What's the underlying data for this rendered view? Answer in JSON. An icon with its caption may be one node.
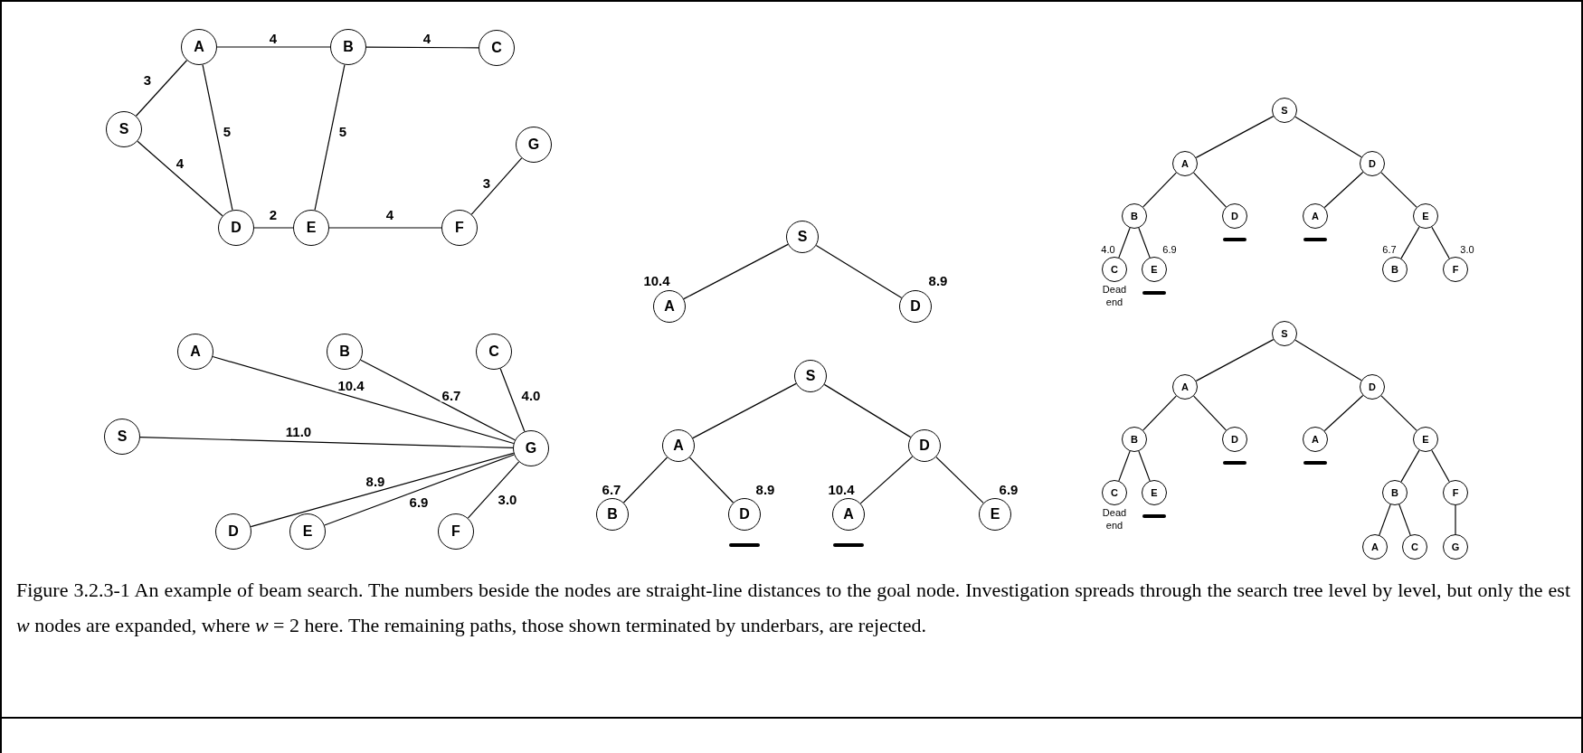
{
  "diagram": {
    "caption": "Figure 3.2.3-1 An example of beam search. The numbers beside the nodes are straight-line distances to the goal node. Investigation spreads through the search tree level by level, but only the  est *w* nodes are expanded, where *w* = 2 here. The remaining paths, those shown terminated by underbars, are rejected.",
    "nodes": [
      {
        "text": [
          "A"
        ]
      },
      {
        "text": [
          "B"
        ]
      },
      {
        "text": [
          "C"
        ]
      },
      {
        "text": [
          "S"
        ]
      },
      {
        "text": [
          "G"
        ]
      },
      {
        "text": [
          "D"
        ]
      },
      {
        "text": [
          "E"
        ]
      },
      {
        "text": [
          "F"
        ]
      },
      {
        "text": [
          "A"
        ]
      },
      {
        "text": [
          "B"
        ]
      },
      {
        "text": [
          "C"
        ]
      },
      {
        "text": [
          "S"
        ]
      },
      {
        "text": [
          "G"
        ]
      },
      {
        "text": [
          "D"
        ]
      },
      {
        "text": [
          "E"
        ]
      },
      {
        "text": [
          "F"
        ]
      },
      {
        "text": [
          "S"
        ]
      },
      {
        "text": [
          "A"
        ],
        "beside": [
          "10.4"
        ]
      },
      {
        "text": [
          "D"
        ],
        "beside": [
          "8.9"
        ]
      },
      {
        "text": [
          "S"
        ]
      },
      {
        "text": [
          "A"
        ]
      },
      {
        "text": [
          "D"
        ]
      },
      {
        "text": [
          "B"
        ],
        "beside": [
          "6.7"
        ]
      },
      {
        "text": [
          "D"
        ],
        "beside": [
          "8.9"
        ]
      },
      {
        "text": [
          "A"
        ],
        "beside": [
          "10.4"
        ]
      },
      {
        "text": [
          "E"
        ],
        "beside": [
          "6.9"
        ]
      },
      {
        "text": [
          "S"
        ]
      },
      {
        "text": [
          "A"
        ]
      },
      {
        "text": [
          "D"
        ]
      },
      {
        "text": [
          "B"
        ]
      },
      {
        "text": [
          "D"
        ]
      },
      {
        "text": [
          "A"
        ]
      },
      {
        "text": [
          "E"
        ]
      },
      {
        "text": [
          "C"
        ],
        "beside": [
          "4.0",
          "Dead end"
        ]
      },
      {
        "text": [
          "E"
        ],
        "beside": [
          "6.9"
        ]
      },
      {
        "text": [
          "B"
        ],
        "beside": [
          "6.7"
        ]
      },
      {
        "text": [
          "F"
        ],
        "beside": [
          "3.0"
        ]
      },
      {
        "text": [
          "S"
        ]
      },
      {
        "text": [
          "A"
        ]
      },
      {
        "text": [
          "D"
        ]
      },
      {
        "text": [
          "B"
        ]
      },
      {
        "text": [
          "D"
        ]
      },
      {
        "text": [
          "A"
        ]
      },
      {
        "text": [
          "E"
        ]
      },
      {
        "text": [
          "C"
        ],
        "beside": [
          "Dead end"
        ]
      },
      {
        "text": [
          "E"
        ]
      },
      {
        "text": [
          "B"
        ]
      },
      {
        "text": [
          "F"
        ]
      },
      {
        "text": [
          "A"
        ]
      },
      {
        "text": [
          "C"
        ]
      },
      {
        "text": [
          "G"
        ]
      }
    ],
    "edges": [
      {
        "from": 3,
        "to": 0,
        "arrow": "none",
        "label": "3"
      },
      {
        "from": 0,
        "to": 1,
        "arrow": "none",
        "label": "4"
      },
      {
        "from": 1,
        "to": 2,
        "arrow": "none",
        "label": "4"
      },
      {
        "from": 0,
        "to": 5,
        "arrow": "none",
        "label": "5"
      },
      {
        "from": 1,
        "to": 6,
        "arrow": "none",
        "label": "5"
      },
      {
        "from": 3,
        "to": 5,
        "arrow": "none",
        "label": "4"
      },
      {
        "from": 5,
        "to": 6,
        "arrow": "none",
        "label": "2"
      },
      {
        "from": 6,
        "to": 7,
        "arrow": "none",
        "label": "4"
      },
      {
        "from": 7,
        "to": 4,
        "arrow": "none",
        "label": "3"
      },
      {
        "from": 8,
        "to": 12,
        "arrow": "none",
        "label": "10.4"
      },
      {
        "from": 9,
        "to": 12,
        "arrow": "none",
        "label": "6.7"
      },
      {
        "from": 10,
        "to": 12,
        "arrow": "none",
        "label": "4.0"
      },
      {
        "from": 11,
        "to": 12,
        "arrow": "none",
        "label": "11.0"
      },
      {
        "from": 13,
        "to": 12,
        "arrow": "none",
        "label": "8.9"
      },
      {
        "from": 14,
        "to": 12,
        "arrow": "none",
        "label": "6.9"
      },
      {
        "from": 15,
        "to": 12,
        "arrow": "none",
        "label": "3.0"
      },
      {
        "from": 16,
        "to": 17,
        "arrow": "none"
      },
      {
        "from": 16,
        "to": 18,
        "arrow": "none"
      },
      {
        "from": 19,
        "to": 20,
        "arrow": "none"
      },
      {
        "from": 19,
        "to": 21,
        "arrow": "none"
      },
      {
        "from": 20,
        "to": 22,
        "arrow": "none"
      },
      {
        "from": 20,
        "to": 23,
        "arrow": "none"
      },
      {
        "from": 21,
        "to": 24,
        "arrow": "none"
      },
      {
        "from": 21,
        "to": 25,
        "arrow": "none"
      },
      {
        "from": 26,
        "to": 27,
        "arrow": "none"
      },
      {
        "from": 26,
        "to": 28,
        "arrow": "none"
      },
      {
        "from": 27,
        "to": 29,
        "arrow": "none"
      },
      {
        "from": 27,
        "to": 30,
        "arrow": "none"
      },
      {
        "from": 28,
        "to": 31,
        "arrow": "none"
      },
      {
        "from": 28,
        "to": 32,
        "arrow": "none"
      },
      {
        "from": 29,
        "to": 33,
        "arrow": "none"
      },
      {
        "from": 29,
        "to": 34,
        "arrow": "none"
      },
      {
        "from": 32,
        "to": 35,
        "arrow": "none"
      },
      {
        "from": 32,
        "to": 36,
        "arrow": "none"
      },
      {
        "from": 37,
        "to": 38,
        "arrow": "none"
      },
      {
        "from": 37,
        "to": 39,
        "arrow": "none"
      },
      {
        "from": 38,
        "to": 40,
        "arrow": "none"
      },
      {
        "from": 38,
        "to": 41,
        "arrow": "none"
      },
      {
        "from": 39,
        "to": 42,
        "arrow": "none"
      },
      {
        "from": 39,
        "to": 43,
        "arrow": "none"
      },
      {
        "from": 40,
        "to": 44,
        "arrow": "none"
      },
      {
        "from": 40,
        "to": 45,
        "arrow": "none"
      },
      {
        "from": 43,
        "to": 46,
        "arrow": "none"
      },
      {
        "from": 43,
        "to": 47,
        "arrow": "none"
      },
      {
        "from": 46,
        "to": 48,
        "arrow": "none"
      },
      {
        "from": 46,
        "to": 49,
        "arrow": "none"
      },
      {
        "from": 47,
        "to": 50,
        "arrow": "none"
      }
    ]
  }
}
